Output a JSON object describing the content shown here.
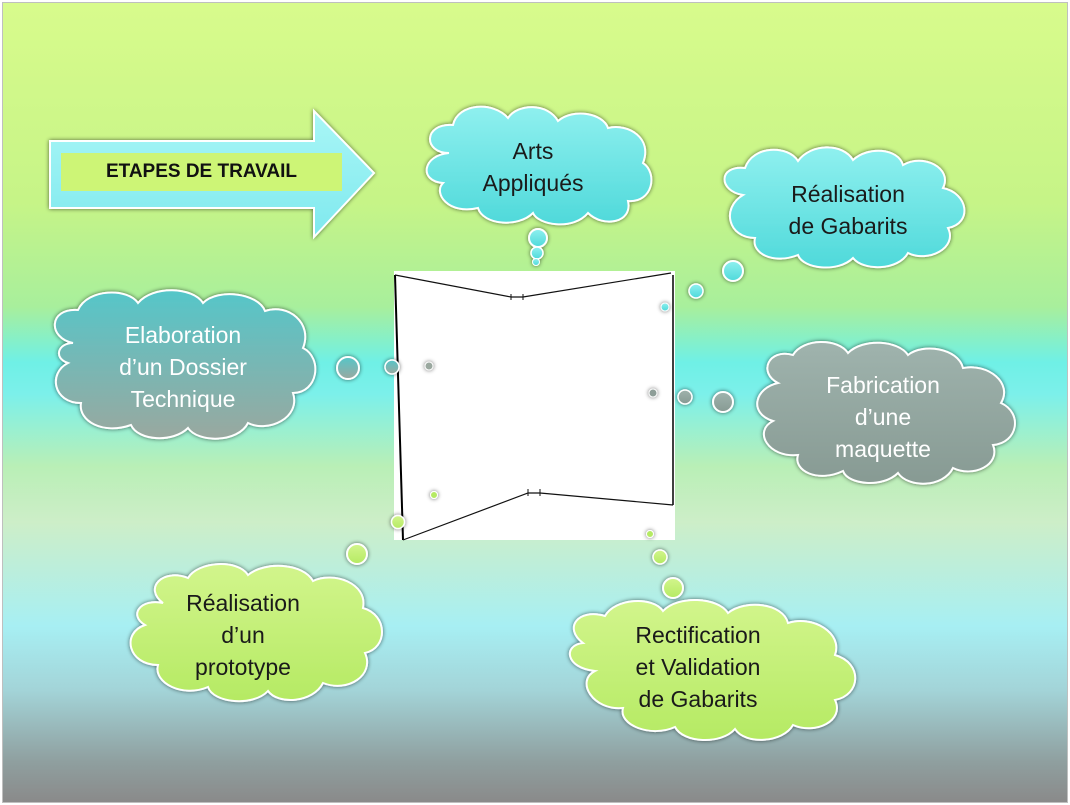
{
  "title": "ETAPES DE TRAVAIL",
  "nodes": [
    {
      "id": "arts",
      "lines": [
        "Arts",
        "Appliqués"
      ]
    },
    {
      "id": "gabarits",
      "lines": [
        "Réalisation",
        "de Gabarits"
      ]
    },
    {
      "id": "dossier",
      "lines": [
        "Elaboration",
        "d’un Dossier",
        "Technique"
      ]
    },
    {
      "id": "maquette",
      "lines": [
        "Fabrication",
        "d’une",
        "maquette"
      ]
    },
    {
      "id": "prototype",
      "lines": [
        "Réalisation",
        "d’un",
        "prototype"
      ]
    },
    {
      "id": "validation",
      "lines": [
        "Rectification",
        "et Validation",
        "de Gabarits"
      ]
    }
  ],
  "colors": {
    "arrow": "#8ff2f2",
    "title_box": "#cdf576",
    "cloud_cyan": "#6fe6e6",
    "cloud_gray": "#8fa8a2",
    "cloud_green": "#c3f074",
    "cloud_stroke": "#ffffff"
  }
}
